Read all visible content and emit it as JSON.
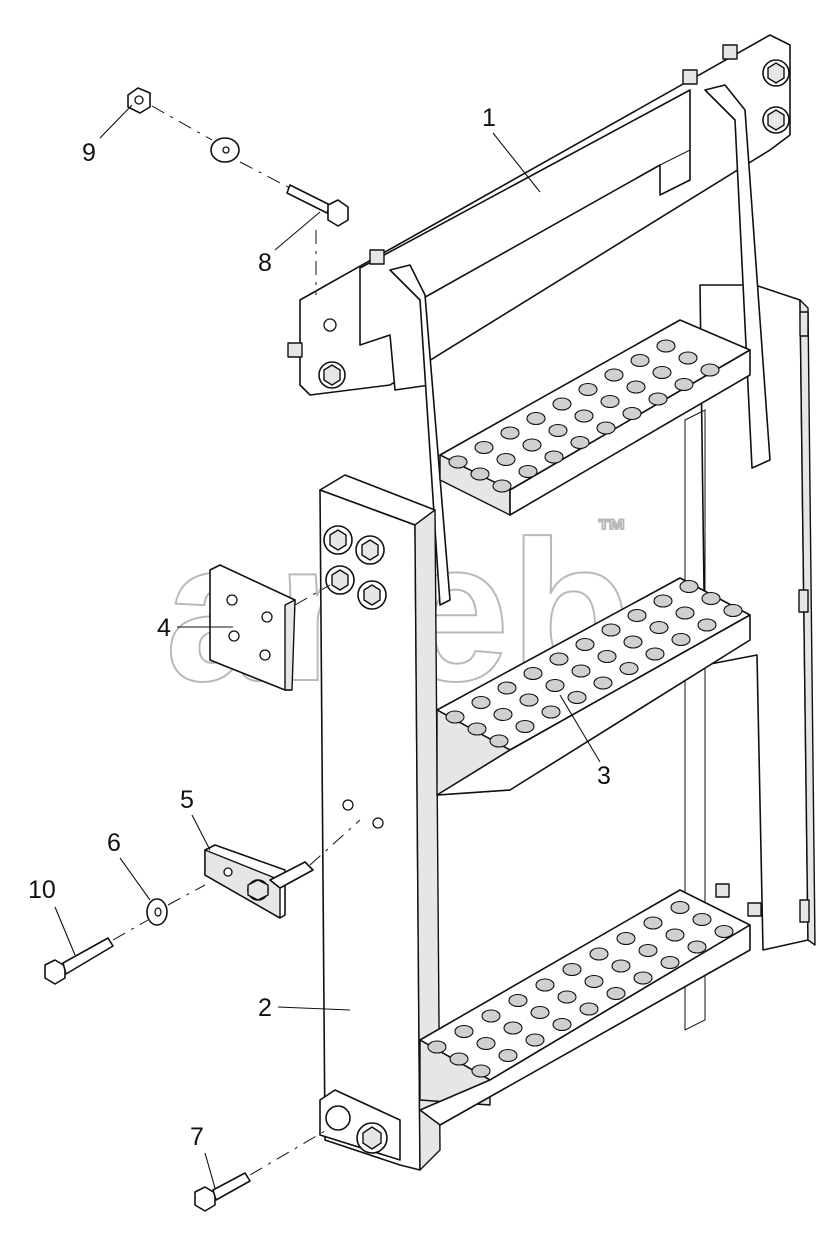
{
  "watermark": {
    "text": "aneb",
    "tm": "™"
  },
  "callouts": [
    {
      "id": "1",
      "label": "1"
    },
    {
      "id": "2",
      "label": "2"
    },
    {
      "id": "3",
      "label": "3"
    },
    {
      "id": "4",
      "label": "4"
    },
    {
      "id": "5",
      "label": "5"
    },
    {
      "id": "6",
      "label": "6"
    },
    {
      "id": "7",
      "label": "7"
    },
    {
      "id": "8",
      "label": "8"
    },
    {
      "id": "9",
      "label": "9"
    },
    {
      "id": "10",
      "label": "10"
    }
  ]
}
